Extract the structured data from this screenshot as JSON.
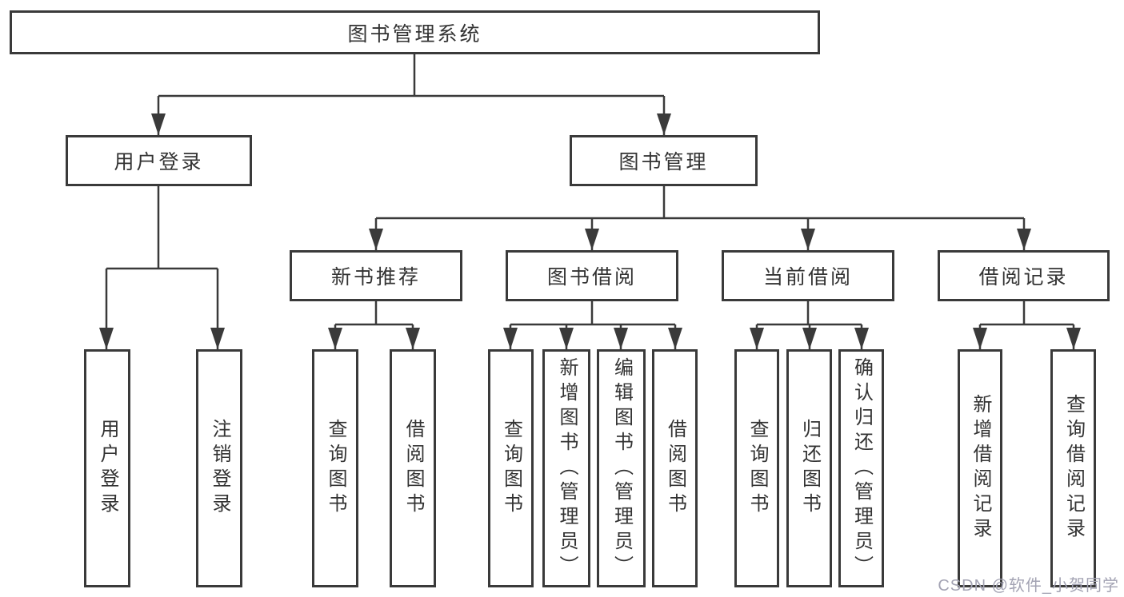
{
  "diagram_type": "hierarchy-tree",
  "colors": {
    "background": "#ffffff",
    "line": "#3a3a3a",
    "box_border": "#3a3a3a",
    "text": "#333333",
    "watermark_text": "#a3a3b3"
  },
  "nodes": {
    "root": "图书管理系统",
    "level2": [
      "用户登录",
      "图书管理"
    ],
    "level3": [
      "新书推荐",
      "图书借阅",
      "当前借阅",
      "借阅记录"
    ],
    "leaves": [
      "用户登录",
      "注销登录",
      "查询图书",
      "借阅图书",
      "查询图书",
      "新增图书（管理员）",
      "编辑图书（管理员）",
      "借阅图书",
      "查询图书",
      "归还图书",
      "确认归还（管理员）",
      "新增借阅记录",
      "查询借阅记录"
    ]
  },
  "watermark": "CSDN @软件_小贺同学"
}
